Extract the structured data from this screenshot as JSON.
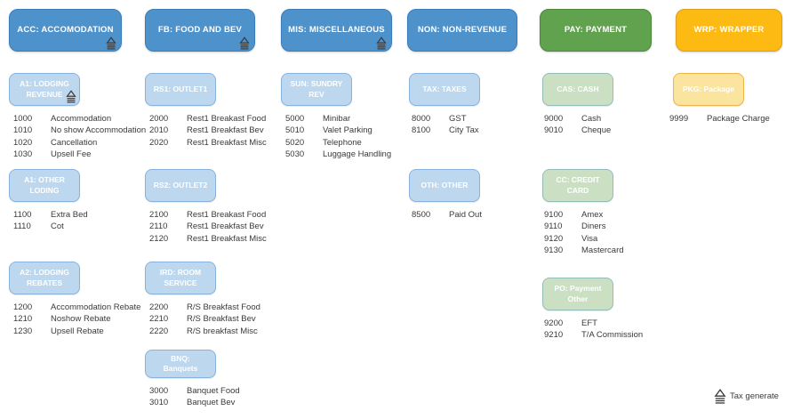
{
  "legend": {
    "tax_label": "Tax generate"
  },
  "icons": {
    "tax_generate": "outlined triangle above three horizontal lines (tax-generate marker)"
  },
  "palette": {
    "header-blue": "#4E92CC",
    "header-blue-border": "#3D7CB8",
    "sub-blue": "#BDD7EE",
    "sub-blue-border": "#88B3DE",
    "header-green": "#61A24E",
    "header-green-border": "#4C873C",
    "sub-green": "#CBE0C3",
    "sub-green-border": "#93BCBB",
    "header-gold": "#FCBA12",
    "header-gold-border": "#DD9F1E",
    "sub-gold": "#FBE49E",
    "sub-gold-border": "#EDB54A",
    "text-dark": "#3A3A3A",
    "box-text": "#FFFFFF"
  },
  "columns": [
    {
      "code": "ACC",
      "header": {
        "label": "ACC: ACCOMODATION",
        "tax_icon": true
      },
      "groups": [
        {
          "label": "A1: LODGING REVENUE",
          "tax_icon": true,
          "codes": [
            {
              "code": "1000",
              "label": "Accommodation"
            },
            {
              "code": "1010",
              "label": "No show Accommodation"
            },
            {
              "code": "1020",
              "label": "Cancellation"
            },
            {
              "code": "1030",
              "label": "Upsell Fee"
            }
          ]
        },
        {
          "label": "A1: OTHER LODING",
          "tax_icon": false,
          "codes": [
            {
              "code": "1100",
              "label": "Extra Bed"
            },
            {
              "code": "1110",
              "label": "Cot"
            }
          ]
        },
        {
          "label": "A2: LODGING REBATES",
          "tax_icon": false,
          "codes": [
            {
              "code": "1200",
              "label": "Accommodation Rebate"
            },
            {
              "code": "1210",
              "label": "Noshow Rebate"
            },
            {
              "code": "1230",
              "label": "Upsell Rebate"
            }
          ]
        }
      ]
    },
    {
      "code": "FB",
      "header": {
        "label": "FB: FOOD AND BEV",
        "tax_icon": true
      },
      "groups": [
        {
          "label": "RS1: OUTLET1",
          "tax_icon": false,
          "codes": [
            {
              "code": "2000",
              "label": "Rest1 Breakast Food"
            },
            {
              "code": "2010",
              "label": "Rest1 Breakfast Bev"
            },
            {
              "code": "2020",
              "label": "Rest1 Breakfast Misc"
            }
          ]
        },
        {
          "label": "RS2: OUTLET2",
          "tax_icon": false,
          "codes": [
            {
              "code": "2100",
              "label": "Rest1 Breakast Food"
            },
            {
              "code": "2110",
              "label": "Rest1 Breakfast Bev"
            },
            {
              "code": "2120",
              "label": "Rest1 Breakfast Misc"
            }
          ]
        },
        {
          "label": "IRD: ROOM SERVICE",
          "tax_icon": false,
          "codes": [
            {
              "code": "2200",
              "label": "R/S Breakfast Food"
            },
            {
              "code": "2210",
              "label": "R/S Breakfast Bev"
            },
            {
              "code": "2220",
              "label": "R/S breakfast Misc"
            }
          ]
        },
        {
          "label": "BNQ: Banquets",
          "tax_icon": false,
          "codes": [
            {
              "code": "3000",
              "label": "Banquet Food"
            },
            {
              "code": "3010",
              "label": "Banquet Bev"
            }
          ]
        }
      ]
    },
    {
      "code": "MIS",
      "header": {
        "label": "MIS: MISCELLANEOUS",
        "tax_icon": true
      },
      "groups": [
        {
          "label": "SUN: SUNDRY REV",
          "tax_icon": false,
          "codes": [
            {
              "code": "5000",
              "label": "Minibar"
            },
            {
              "code": "5010",
              "label": "Valet Parking"
            },
            {
              "code": "5020",
              "label": "Telephone"
            },
            {
              "code": "5030",
              "label": "Luggage Handling"
            }
          ]
        }
      ]
    },
    {
      "code": "NON",
      "header": {
        "label": "NON: NON-REVENUE",
        "tax_icon": false
      },
      "groups": [
        {
          "label": "TAX: TAXES",
          "tax_icon": false,
          "codes": [
            {
              "code": "8000",
              "label": "GST"
            },
            {
              "code": "8100",
              "label": "City Tax"
            }
          ]
        },
        {
          "label": "OTH: OTHER",
          "tax_icon": false,
          "codes": [
            {
              "code": "8500",
              "label": "Paid Out"
            }
          ]
        }
      ]
    },
    {
      "code": "PAY",
      "header": {
        "label": "PAY: PAYMENT",
        "tax_icon": false
      },
      "groups": [
        {
          "label": "CAS: CASH",
          "tax_icon": false,
          "codes": [
            {
              "code": "9000",
              "label": "Cash"
            },
            {
              "code": "9010",
              "label": "Cheque"
            }
          ]
        },
        {
          "label": "CC: CREDIT CARD",
          "tax_icon": false,
          "codes": [
            {
              "code": "9100",
              "label": "Amex"
            },
            {
              "code": "9110",
              "label": "Diners"
            },
            {
              "code": "9120",
              "label": "Visa"
            },
            {
              "code": "9130",
              "label": "Mastercard"
            }
          ]
        },
        {
          "label": "PO: Payment Other",
          "tax_icon": false,
          "codes": [
            {
              "code": "9200",
              "label": "EFT"
            },
            {
              "code": "9210",
              "label": "T/A Commission"
            }
          ]
        }
      ]
    },
    {
      "code": "WRP",
      "header": {
        "label": "WRP: WRAPPER",
        "tax_icon": false
      },
      "groups": [
        {
          "label": "PKG: Package",
          "tax_icon": false,
          "codes": [
            {
              "code": "9999",
              "label": "Package Charge"
            }
          ]
        }
      ]
    }
  ]
}
